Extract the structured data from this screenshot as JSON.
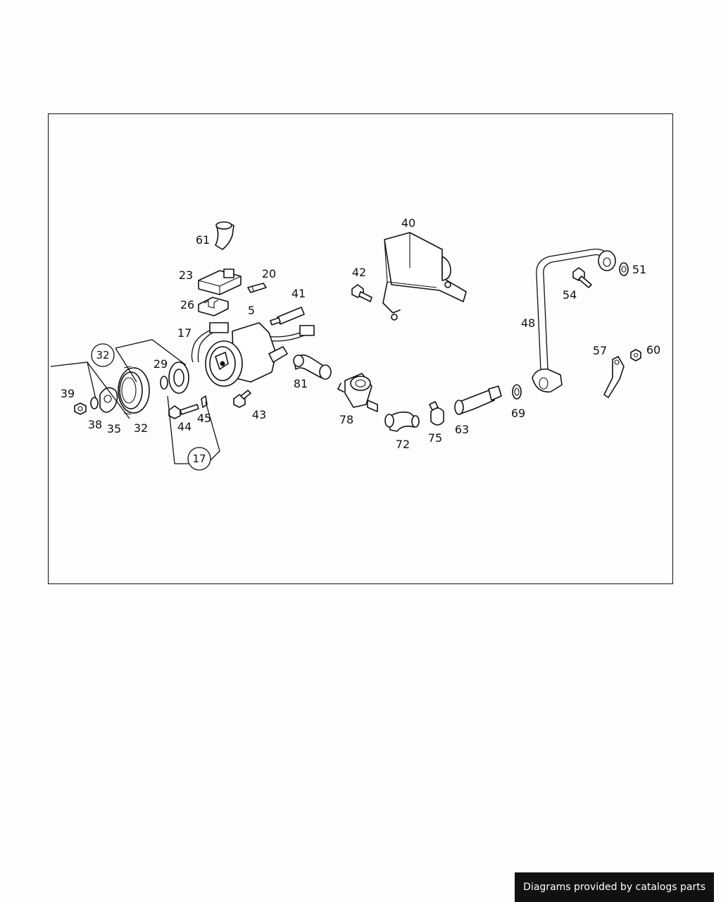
{
  "diagram": {
    "labels": {
      "l61": "61",
      "l23": "23",
      "l20": "20",
      "l26": "26",
      "l41": "41",
      "l5": "5",
      "l17": "17",
      "l32top": "32",
      "l29": "29",
      "l39": "39",
      "l38": "38",
      "l35": "35",
      "l32": "32",
      "l44": "44",
      "l45": "45",
      "l17c": "17",
      "l43": "43",
      "l81": "81",
      "l78": "78",
      "l72": "72",
      "l75": "75",
      "l63": "63",
      "l69": "69",
      "l40": "40",
      "l42": "42",
      "l48": "48",
      "l54": "54",
      "l51": "51",
      "l57": "57",
      "l60": "60"
    }
  },
  "footer": {
    "watermark": "Diagrams provided by catalogs parts"
  }
}
